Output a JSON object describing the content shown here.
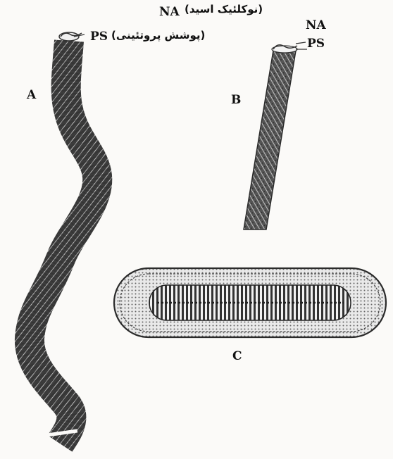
{
  "labels": {
    "na_name": "(نوکلئیک اسید)",
    "na_abbr": "NA",
    "ps_abbr": "PS",
    "ps_name": "(پوشش پروتئینی)",
    "letter_a": "A",
    "letter_b": "B",
    "letter_c": "C",
    "b_na": "NA",
    "b_ps": "PS"
  },
  "colors": {
    "ink": "#2b2b2b",
    "hatch": "#5a5a5a",
    "paper": "#fbfaf8"
  }
}
